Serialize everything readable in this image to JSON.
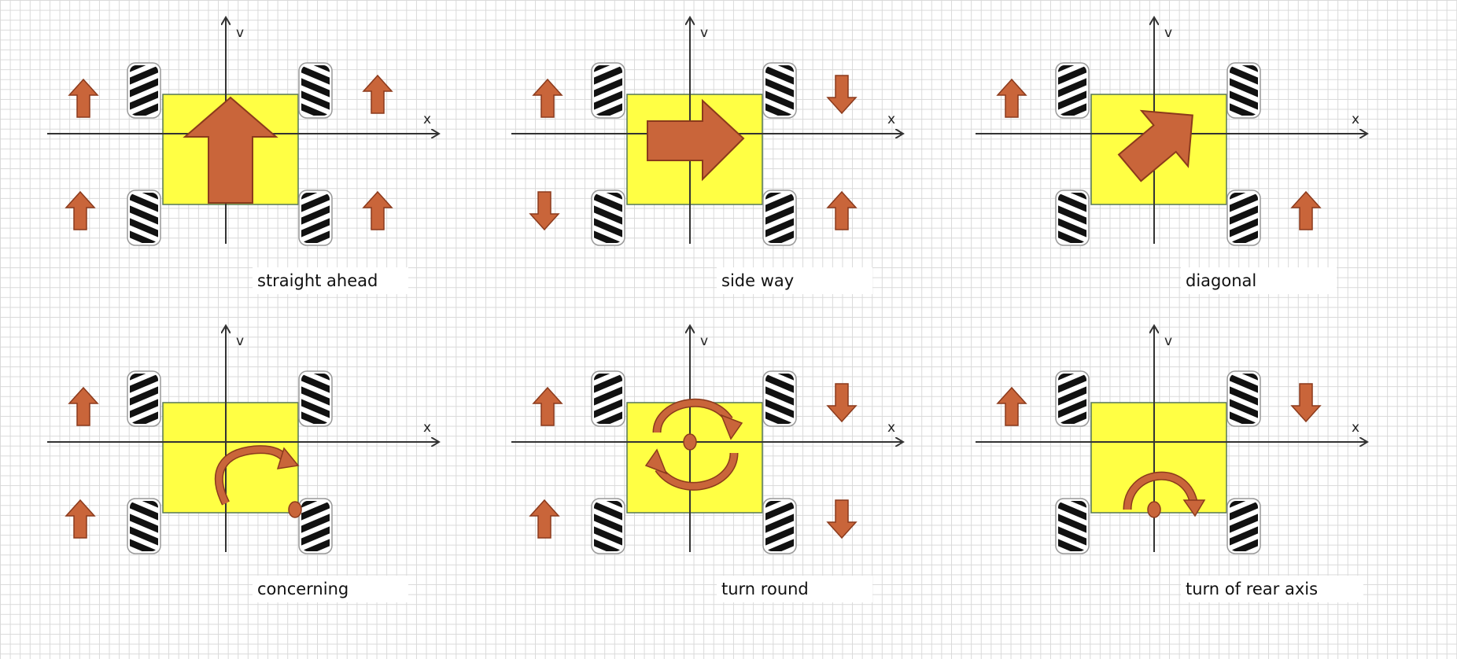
{
  "colors": {
    "background": "#ffffff",
    "grid": "#d9d9d9",
    "chassis": "#ffff44",
    "arrow": "#c9653a",
    "arrow_stroke": "#8b3a1c",
    "wheel": "#111111",
    "axis": "#333333"
  },
  "axis_labels": {
    "x": "x",
    "y": "v"
  },
  "panels": [
    {
      "caption": "straight ahead",
      "motion": "straight",
      "wheel_arrows": {
        "front_left": "up",
        "front_right": "up",
        "rear_left": "up",
        "rear_right": "up"
      }
    },
    {
      "caption": "side way",
      "motion": "sideway",
      "wheel_arrows": {
        "front_left": "up",
        "front_right": "down",
        "rear_left": "down",
        "rear_right": "up"
      }
    },
    {
      "caption": "diagonal",
      "motion": "diagonal",
      "wheel_arrows": {
        "front_left": "up",
        "front_right": "none",
        "rear_left": "none",
        "rear_right": "up"
      }
    },
    {
      "caption": "concerning",
      "motion": "concerning",
      "wheel_arrows": {
        "front_left": "up",
        "front_right": "none",
        "rear_left": "up",
        "rear_right": "none"
      }
    },
    {
      "caption": "turn round",
      "motion": "turn_round",
      "wheel_arrows": {
        "front_left": "up",
        "front_right": "down",
        "rear_left": "up",
        "rear_right": "down"
      }
    },
    {
      "caption": "turn of rear axis",
      "motion": "turn_rear_axis",
      "wheel_arrows": {
        "front_left": "up",
        "front_right": "down",
        "rear_left": "none",
        "rear_right": "none"
      }
    }
  ]
}
